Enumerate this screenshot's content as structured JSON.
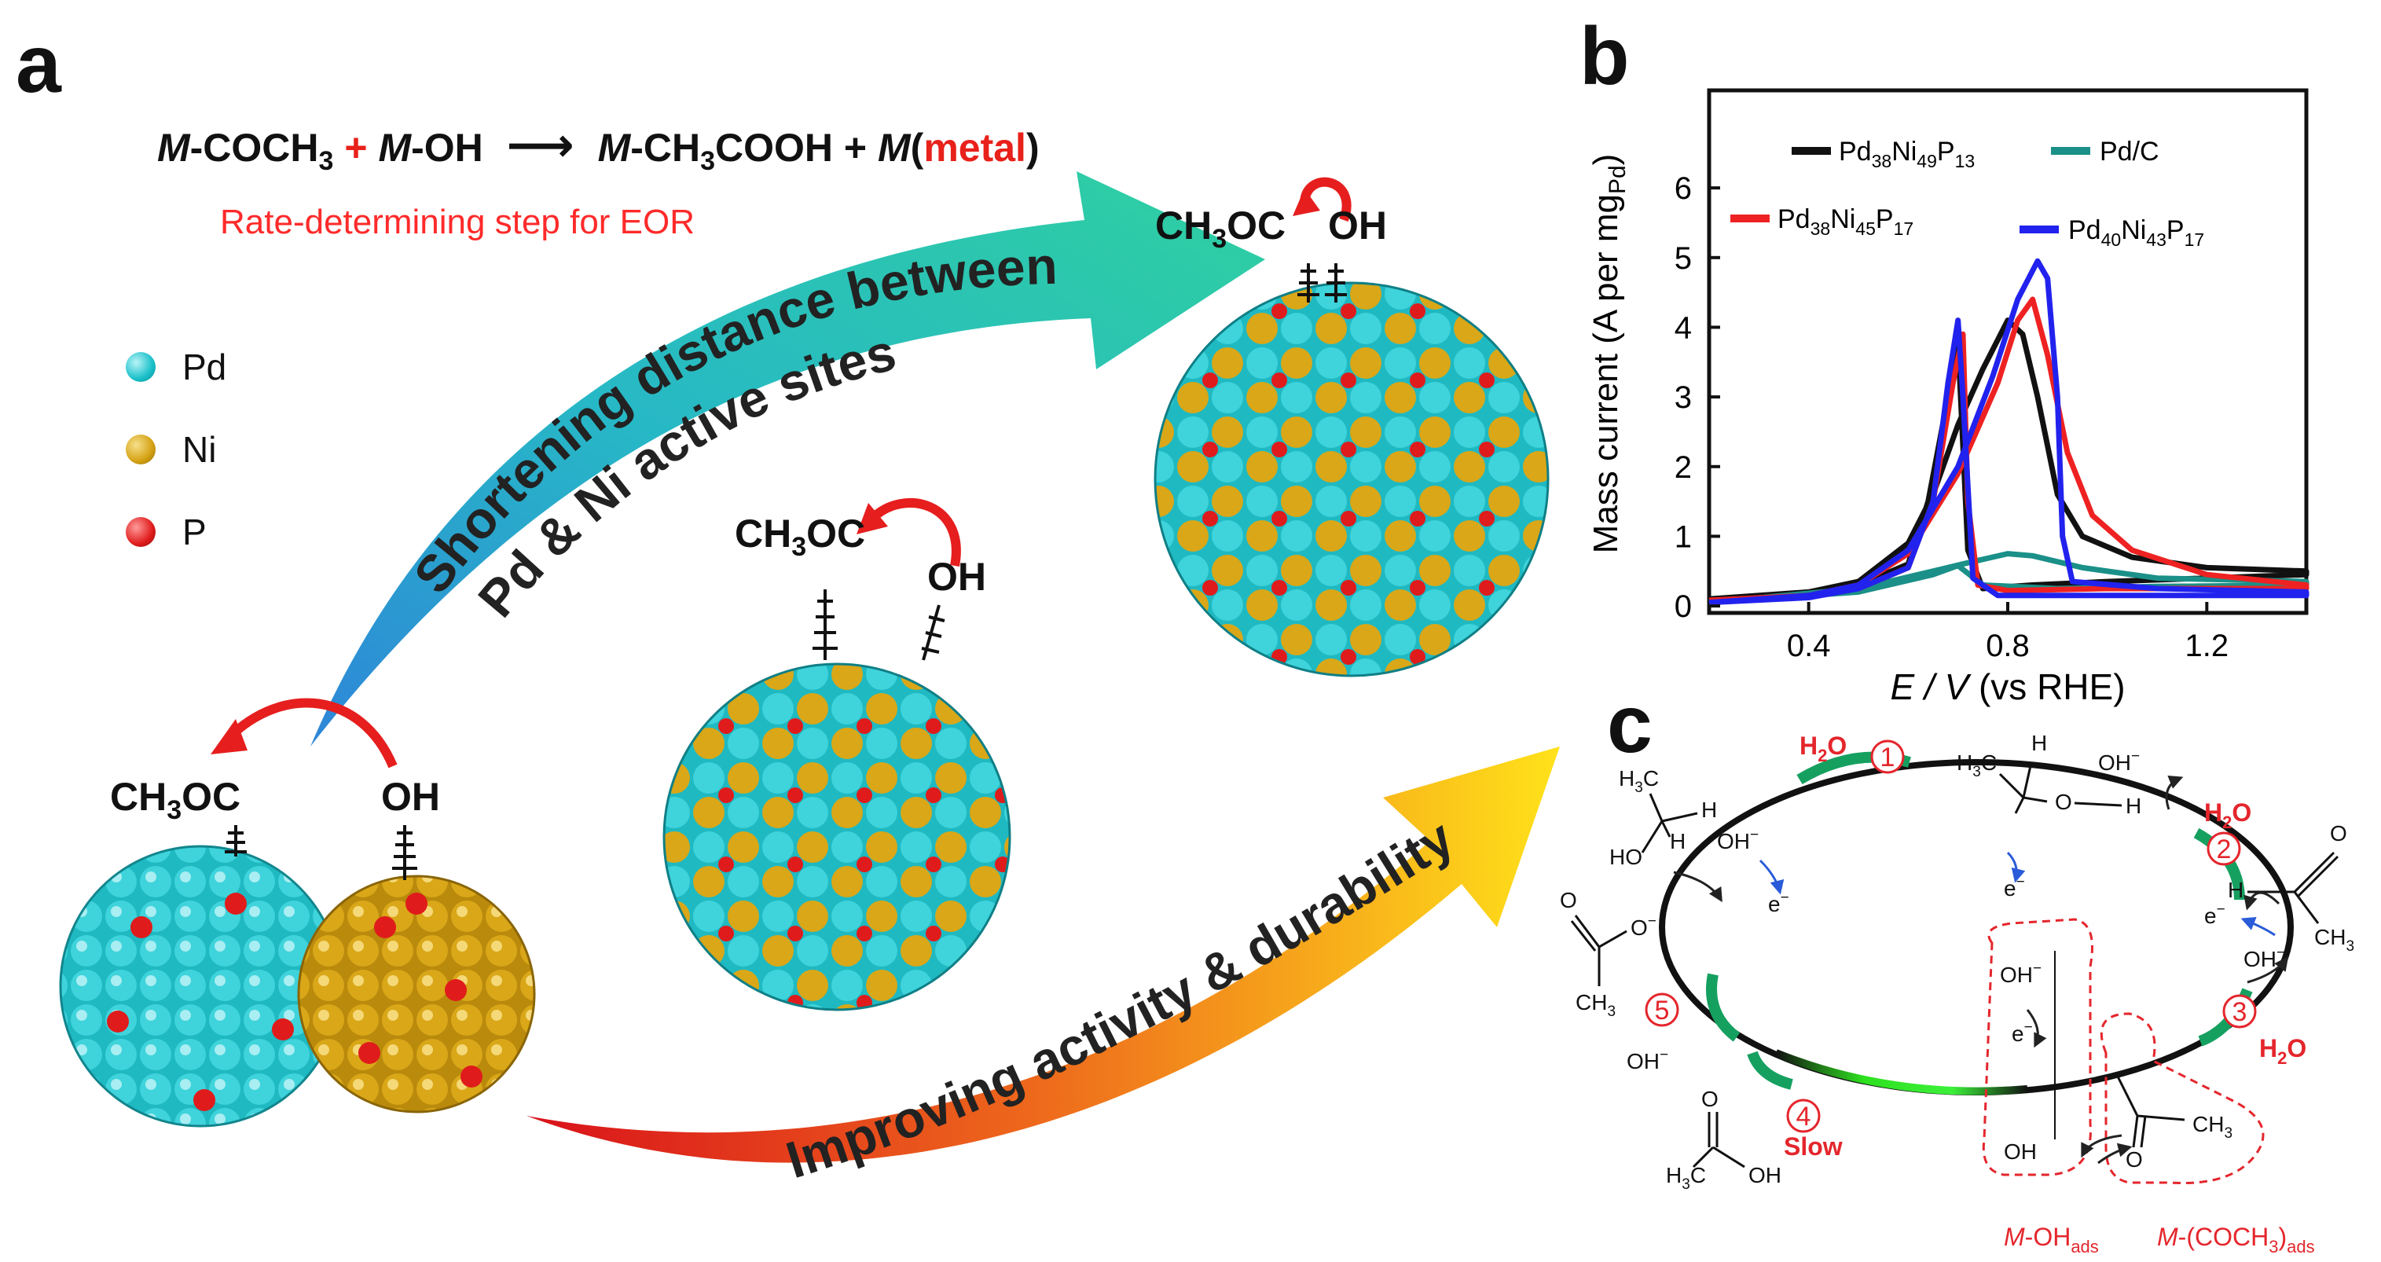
{
  "panels": {
    "a": "a",
    "b": "b",
    "c": "c"
  },
  "panel_a": {
    "equation": {
      "m1": "M",
      "t1": "-COCH",
      "s1": "3",
      "plus1": " + ",
      "m2": "M",
      "t2": "-OH",
      "arrow": "⟶",
      "m3": "M",
      "t3": "-CH",
      "s3": "3",
      "t4": "COOH + ",
      "m4": "M",
      "paren_open": "(",
      "metal": "metal",
      "paren_close": ")"
    },
    "rate_step": "Rate-determining step for EOR",
    "legend": [
      {
        "label": "Pd",
        "color": "#19c0c9"
      },
      {
        "label": "Ni",
        "color": "#d4a112"
      },
      {
        "label": "P",
        "color": "#e01b1b"
      }
    ],
    "arrow_top_line1": "Shortening distance between",
    "arrow_top_line2": "Pd & Ni active sites",
    "arrow_bottom": "Improving activity & durability",
    "group_left": {
      "acyl": "CH",
      "acyl_sub": "3",
      "acyl_tail": "OC",
      "hydroxyl": "OH"
    },
    "group_mid": {
      "acyl": "CH",
      "acyl_sub": "3",
      "acyl_tail": "OC",
      "hydroxyl": "OH"
    },
    "group_top": {
      "acyl": "CH",
      "acyl_sub": "3",
      "acyl_tail": "OC",
      "hydroxyl": "OH"
    }
  },
  "chart_data": {
    "type": "line",
    "xlabel_italic": "E / V",
    "xlabel_rest": " (vs RHE)",
    "ylabel_main": "Mass current (A per mg",
    "ylabel_sub": "Pd",
    "ylabel_close": ")",
    "xlim": [
      0.2,
      1.4
    ],
    "ylim": [
      -0.1,
      7.4
    ],
    "xticks": [
      0.4,
      0.8,
      1.2
    ],
    "xtick_labels": [
      "0.4",
      "0.8",
      "1.2"
    ],
    "yticks": [
      0,
      1,
      2,
      3,
      4,
      5,
      6
    ],
    "ytick_labels": [
      "0",
      "1",
      "2",
      "3",
      "4",
      "5",
      "6"
    ],
    "series": [
      {
        "name_main": "Pd",
        "n1": "38",
        "el2": "Ni",
        "n2": "49",
        "el3": "P",
        "n3": "13",
        "color": "#111111",
        "forward": [
          [
            0.2,
            0.1
          ],
          [
            0.4,
            0.2
          ],
          [
            0.5,
            0.35
          ],
          [
            0.6,
            0.9
          ],
          [
            0.65,
            1.6
          ],
          [
            0.7,
            2.6
          ],
          [
            0.75,
            3.4
          ],
          [
            0.8,
            4.1
          ],
          [
            0.83,
            3.9
          ],
          [
            0.86,
            3.0
          ],
          [
            0.9,
            1.6
          ],
          [
            0.95,
            1.0
          ],
          [
            1.05,
            0.7
          ],
          [
            1.2,
            0.55
          ],
          [
            1.4,
            0.5
          ]
        ],
        "backward": [
          [
            1.4,
            0.45
          ],
          [
            1.2,
            0.4
          ],
          [
            1.0,
            0.35
          ],
          [
            0.85,
            0.3
          ],
          [
            0.75,
            0.25
          ],
          [
            0.72,
            0.8
          ],
          [
            0.7,
            3.8
          ],
          [
            0.68,
            3.0
          ],
          [
            0.64,
            1.5
          ],
          [
            0.6,
            0.6
          ],
          [
            0.5,
            0.3
          ],
          [
            0.4,
            0.18
          ],
          [
            0.2,
            0.1
          ]
        ]
      },
      {
        "name_main": "Pd/C",
        "color": "#1a9088",
        "forward": [
          [
            0.2,
            0.05
          ],
          [
            0.5,
            0.25
          ],
          [
            0.65,
            0.5
          ],
          [
            0.72,
            0.62
          ],
          [
            0.8,
            0.75
          ],
          [
            0.85,
            0.72
          ],
          [
            0.95,
            0.55
          ],
          [
            1.1,
            0.4
          ],
          [
            1.4,
            0.35
          ]
        ],
        "backward": [
          [
            1.4,
            0.3
          ],
          [
            1.1,
            0.28
          ],
          [
            0.9,
            0.25
          ],
          [
            0.75,
            0.3
          ],
          [
            0.7,
            0.58
          ],
          [
            0.65,
            0.45
          ],
          [
            0.5,
            0.2
          ],
          [
            0.2,
            0.05
          ]
        ]
      },
      {
        "name_main": "Pd",
        "n1": "38",
        "el2": "Ni",
        "n2": "45",
        "el3": "P",
        "n3": "17",
        "color": "#ee2222",
        "forward": [
          [
            0.2,
            0.08
          ],
          [
            0.4,
            0.15
          ],
          [
            0.5,
            0.3
          ],
          [
            0.6,
            0.75
          ],
          [
            0.7,
            1.9
          ],
          [
            0.78,
            3.2
          ],
          [
            0.82,
            4.1
          ],
          [
            0.85,
            4.4
          ],
          [
            0.88,
            3.6
          ],
          [
            0.92,
            2.2
          ],
          [
            0.97,
            1.3
          ],
          [
            1.05,
            0.8
          ],
          [
            1.2,
            0.45
          ],
          [
            1.4,
            0.3
          ]
        ],
        "backward": [
          [
            1.4,
            0.25
          ],
          [
            1.2,
            0.25
          ],
          [
            1.0,
            0.25
          ],
          [
            0.8,
            0.22
          ],
          [
            0.74,
            0.3
          ],
          [
            0.72,
            1.5
          ],
          [
            0.71,
            3.9
          ],
          [
            0.69,
            3.2
          ],
          [
            0.65,
            1.5
          ],
          [
            0.6,
            0.55
          ],
          [
            0.5,
            0.25
          ],
          [
            0.4,
            0.15
          ],
          [
            0.2,
            0.08
          ]
        ]
      },
      {
        "name_main": "Pd",
        "n1": "40",
        "el2": "Ni",
        "n2": "43",
        "el3": "P",
        "n3": "17",
        "color": "#2222ee",
        "forward": [
          [
            0.2,
            0.05
          ],
          [
            0.4,
            0.15
          ],
          [
            0.5,
            0.3
          ],
          [
            0.6,
            0.8
          ],
          [
            0.7,
            2.0
          ],
          [
            0.77,
            3.3
          ],
          [
            0.82,
            4.4
          ],
          [
            0.86,
            4.95
          ],
          [
            0.88,
            4.7
          ],
          [
            0.9,
            3.0
          ],
          [
            0.91,
            1.0
          ],
          [
            0.93,
            0.35
          ],
          [
            1.1,
            0.25
          ],
          [
            1.4,
            0.2
          ]
        ],
        "backward": [
          [
            1.4,
            0.15
          ],
          [
            1.1,
            0.15
          ],
          [
            0.9,
            0.15
          ],
          [
            0.78,
            0.15
          ],
          [
            0.73,
            0.4
          ],
          [
            0.71,
            3.0
          ],
          [
            0.7,
            4.1
          ],
          [
            0.68,
            3.2
          ],
          [
            0.65,
            1.5
          ],
          [
            0.6,
            0.55
          ],
          [
            0.5,
            0.25
          ],
          [
            0.4,
            0.12
          ],
          [
            0.2,
            0.05
          ]
        ]
      }
    ]
  },
  "panel_c": {
    "step_numbers": [
      "1",
      "2",
      "3",
      "4",
      "5"
    ],
    "slow": "Slow",
    "water": "H",
    "water_sub": "2",
    "water_tail": "O",
    "hydroxide": "OH",
    "hydroxide_sup": "−",
    "electron": "e",
    "electron_sup": "−",
    "ethanol": {
      "h3c": "H",
      "h3c_sub": "3",
      "h3c_tail": "C",
      "h1": "H",
      "h2": "H",
      "ho": "HO"
    },
    "ethoxide": {
      "h3c": "H",
      "h3c_sub": "3",
      "h3c_tail": "C",
      "h": "H",
      "o": "O",
      "oh": "OH",
      "oh_sup": "−",
      "h_end": "H"
    },
    "acetaldehyde": {
      "o": "O",
      "h": "H",
      "ch3": "CH",
      "ch3_sub": "3"
    },
    "acetate": {
      "o_minus": "O",
      "o_minus_sup": "−",
      "o": "O",
      "ch3": "CH",
      "ch3_sub": "3"
    },
    "acetic_acid": {
      "o": "O",
      "h3c": "H",
      "h3c_sub": "3",
      "h3c_tail": "C",
      "oh": "OH"
    },
    "adsorbed_oh": {
      "oh_minus": "OH",
      "oh_minus_sup": "−",
      "e": "e",
      "e_sup": "−",
      "oh": "OH"
    },
    "adsorbed_acyl": {
      "o": "O",
      "ch3": "CH",
      "ch3_sub": "3"
    },
    "label_ohads": {
      "m": "M",
      "main": "-OH",
      "sub": "ads"
    },
    "label_acylads": {
      "m": "M",
      "main": "-(COCH",
      "sub1": "3",
      "close": ")",
      "sub2": "ads"
    }
  }
}
